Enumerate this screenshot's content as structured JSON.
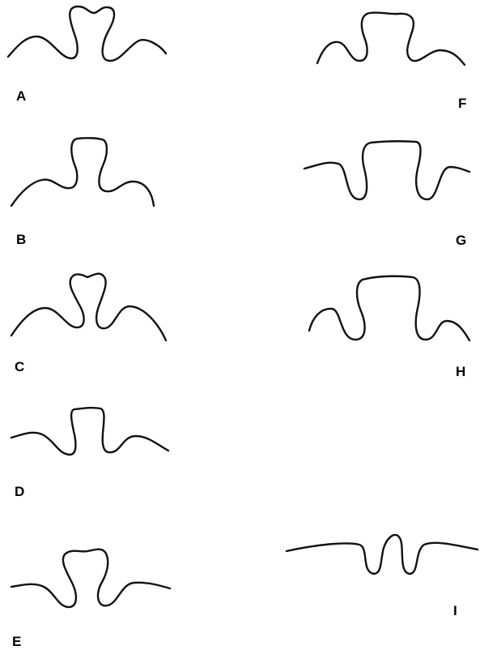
{
  "panels": [
    {
      "id": "A",
      "label": "A"
    },
    {
      "id": "B",
      "label": "B"
    },
    {
      "id": "C",
      "label": "C"
    },
    {
      "id": "D",
      "label": "D"
    },
    {
      "id": "E",
      "label": "E"
    },
    {
      "id": "F",
      "label": "F"
    },
    {
      "id": "G",
      "label": "G"
    },
    {
      "id": "H",
      "label": "H"
    },
    {
      "id": "I",
      "label": "I"
    }
  ],
  "colors": {
    "background": "#ffffff",
    "stroke": "#111111",
    "label": "#000000"
  }
}
